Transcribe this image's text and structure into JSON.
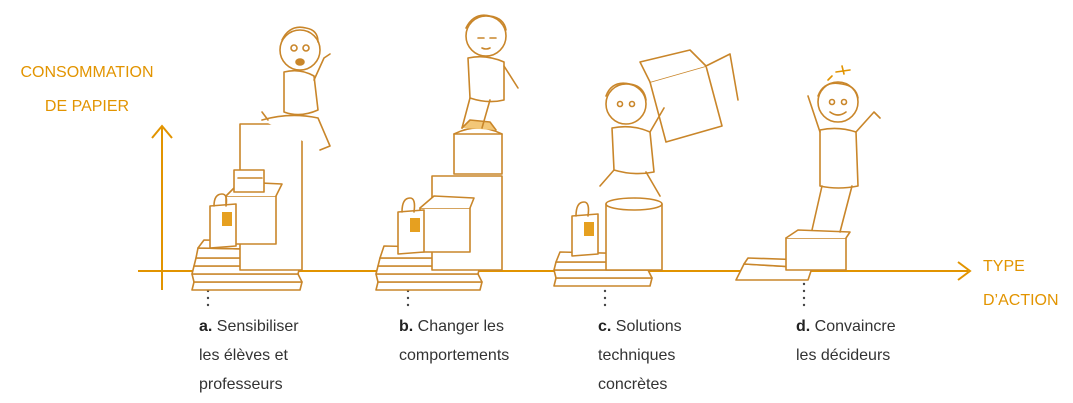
{
  "axes": {
    "y_label_line1": "CONSOMMATION",
    "y_label_line2": "DE PAPIER",
    "x_label_line1": "TYPE",
    "x_label_line2": "D’ACTION"
  },
  "steps": [
    {
      "letter": "a.",
      "line1": "Sensibiliser",
      "line2": "les élèves et",
      "line3": "professeurs"
    },
    {
      "letter": "b.",
      "line1": "Changer les",
      "line2": "comportements"
    },
    {
      "letter": "c.",
      "line1": "Solutions",
      "line2": "techniques",
      "line3": "concrètes"
    },
    {
      "letter": "d.",
      "line1": "Convaincre",
      "line2": "les décideurs"
    }
  ],
  "colors": {
    "accent": "#e29400",
    "stroke": "#c9862a",
    "text": "#333333"
  }
}
